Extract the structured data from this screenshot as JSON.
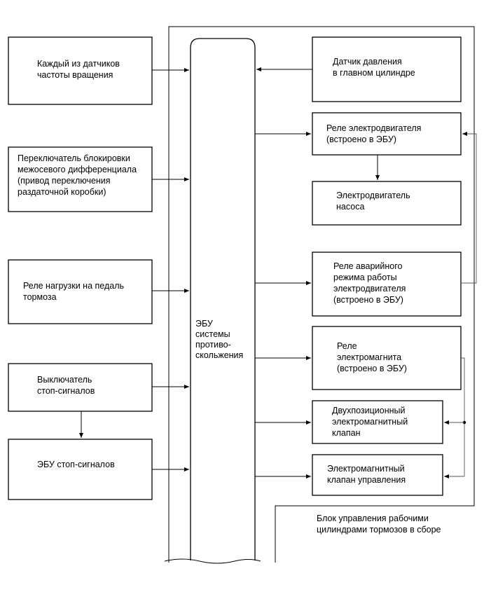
{
  "diagram": {
    "inputs": {
      "wheel_speed": [
        "Каждый из датчиков",
        "частоты вращения"
      ],
      "diff_lock": [
        "Переключатель блокировки",
        "межосевого дифференциала",
        "(привод переключения",
        "раздаточной коробки)"
      ],
      "brake_load": [
        "Реле нагрузки на педаль",
        "тормоза"
      ],
      "stop_switch": [
        "Выключатель",
        "стоп-сигналов"
      ],
      "stop_ecu": [
        "ЭБУ стоп-сигналов"
      ]
    },
    "ecu": [
      "ЭБУ",
      "системы",
      "противо-",
      "скольжения"
    ],
    "outputs": {
      "pressure_sensor": [
        "Датчик давления",
        "в главном цилиндре"
      ],
      "motor_relay": [
        "Реле электродвигателя",
        "(встроено в ЭБУ)"
      ],
      "pump_motor": [
        "Электродвигатель",
        "насоса"
      ],
      "emergency_relay": [
        "Реле аварийного",
        "режима работы",
        "электродвигателя",
        "(встроено в ЭБУ)"
      ],
      "solenoid_relay": [
        "Реле",
        "электромагнита",
        "(встроено в ЭБУ)"
      ],
      "two_position_valve": [
        "Двухпозиционный",
        "электромагнитный",
        "клапан"
      ],
      "control_valve": [
        "Электромагнитный",
        "клапан управления"
      ]
    },
    "assembly_label": [
      "Блок управления рабочими",
      "цилиндрами тормозов в сборе"
    ]
  }
}
